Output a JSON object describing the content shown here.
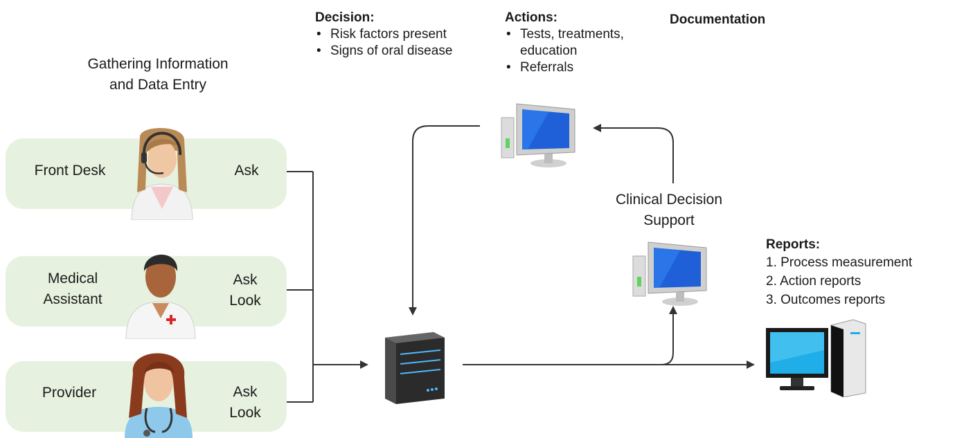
{
  "gathering": {
    "title_line1": "Gathering Information",
    "title_line2": "and Data Entry"
  },
  "roles": [
    {
      "label_line1": "Front Desk",
      "label_line2": "",
      "action_line1": "Ask",
      "action_line2": ""
    },
    {
      "label_line1": "Medical",
      "label_line2": "Assistant",
      "action_line1": "Ask",
      "action_line2": "Look"
    },
    {
      "label_line1": "Provider",
      "label_line2": "",
      "action_line1": "Ask",
      "action_line2": "Look"
    }
  ],
  "decision": {
    "heading": "Decision:",
    "items": [
      "Risk factors present",
      "Signs of oral disease"
    ]
  },
  "actions": {
    "heading": "Actions:",
    "items": [
      {
        "line1": "Tests, treatments,",
        "line2": "education"
      },
      {
        "line1": "Referrals",
        "line2": ""
      }
    ]
  },
  "documentation": {
    "heading": "Documentation"
  },
  "cds": {
    "line1": "Clinical Decision",
    "line2": "Support"
  },
  "reports": {
    "heading": "Reports:",
    "items": [
      "1.  Process measurement",
      "2.  Action reports",
      "3.  Outcomes reports"
    ]
  },
  "colors": {
    "pill_fill": "#e6f2df",
    "line": "#333333",
    "screen_blue": "#1f5fd8",
    "server_blue": "#4fb8ff"
  },
  "icons": {
    "front_desk": "receptionist-headset-icon",
    "medical_assistant": "medical-assistant-icon",
    "provider": "doctor-stethoscope-icon",
    "server": "server-icon",
    "monitor_top": "monitor-icon",
    "monitor_cds": "monitor-icon",
    "workstation": "workstation-icon"
  }
}
